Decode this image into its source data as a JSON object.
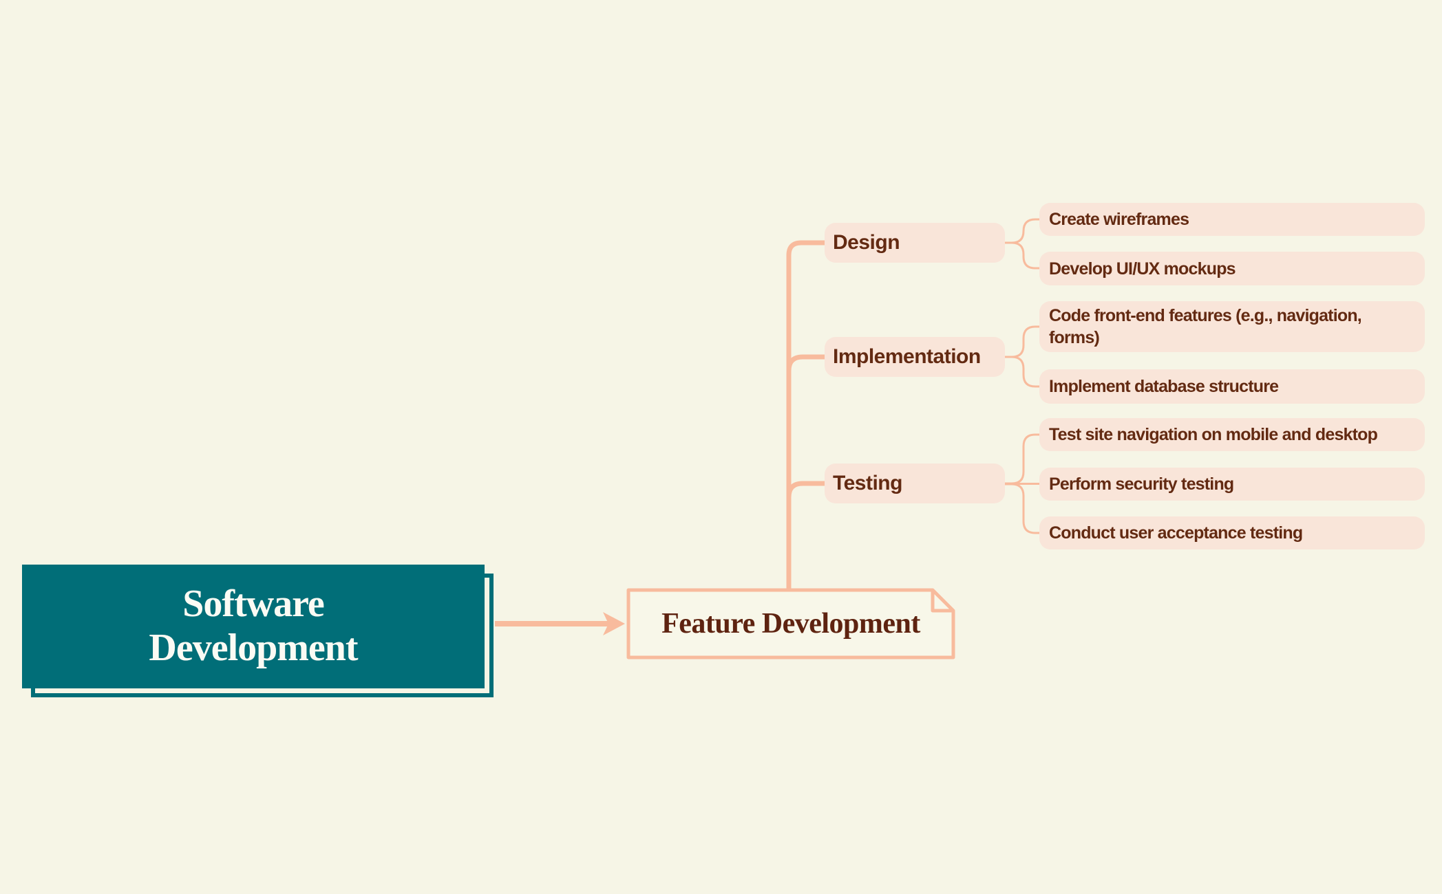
{
  "colors": {
    "background": "#f6f5e6",
    "root_fill": "#016e78",
    "root_text": "#fbfbf4",
    "connector": "#f8bb9d",
    "node_fill": "#f9e5d9",
    "node_text": "#632a12",
    "topic_fill": "#f8f7e9",
    "topic_text": "#5e2310"
  },
  "root": {
    "label": "Software Development"
  },
  "topic": {
    "label": "Feature Development"
  },
  "branches": [
    {
      "label": "Design",
      "children": [
        "Create wireframes",
        "Develop UI/UX mockups"
      ]
    },
    {
      "label": "Implementation",
      "children": [
        "Code front-end features (e.g., navigation,\nforms)",
        "Implement database structure"
      ]
    },
    {
      "label": "Testing",
      "children": [
        "Test site navigation on mobile and desktop",
        "Perform security testing",
        "Conduct user acceptance testing"
      ]
    }
  ]
}
